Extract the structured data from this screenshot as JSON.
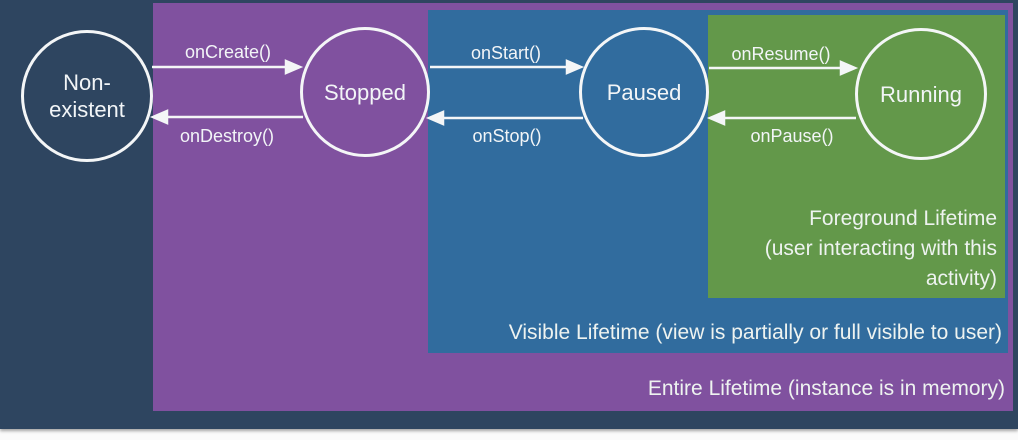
{
  "slide": {
    "background_color": "#2e4560",
    "text_color": "#f2f5f7"
  },
  "regions": [
    {
      "name": "entire-lifetime",
      "color": "#80519f",
      "lines": [
        "Entire Lifetime (instance is in memory)"
      ]
    },
    {
      "name": "visible-lifetime",
      "color": "#316c9e",
      "lines": [
        "Visible Lifetime (view is partially or full visible to user)"
      ]
    },
    {
      "name": "foreground-lifetime",
      "color": "#63984a",
      "lines": [
        "Foreground Lifetime",
        "(user interacting with this",
        "activity)"
      ]
    }
  ],
  "states": [
    {
      "label": "Non-existent"
    },
    {
      "label": "Stopped"
    },
    {
      "label": "Paused"
    },
    {
      "label": "Running"
    }
  ],
  "transitions": [
    {
      "label": "onCreate()"
    },
    {
      "label": "onDestroy()"
    },
    {
      "label": "onStart()"
    },
    {
      "label": "onStop()"
    },
    {
      "label": "onResume()"
    },
    {
      "label": "onPause()"
    }
  ]
}
